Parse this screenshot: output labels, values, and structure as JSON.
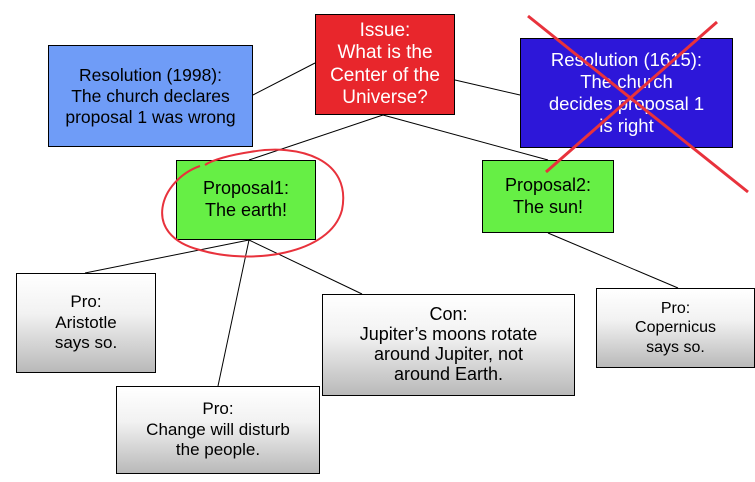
{
  "issue": {
    "lines": [
      "Issue:",
      "What is the",
      "Center of the",
      "Universe?"
    ]
  },
  "resolution_1998": {
    "lines": [
      "Resolution (1998):",
      "The church declares",
      "proposal 1 was wrong"
    ]
  },
  "resolution_1615": {
    "lines": [
      "Resolution (1615):",
      "The church",
      "decides proposal 1",
      "is right"
    ],
    "crossed_out": true
  },
  "proposal1": {
    "lines": [
      "Proposal1:",
      "The earth!"
    ],
    "circled": true
  },
  "proposal2": {
    "lines": [
      "Proposal2:",
      "The sun!"
    ]
  },
  "pro_aristotle": {
    "lines": [
      "Pro:",
      "Aristotle",
      "says so."
    ]
  },
  "pro_change": {
    "lines": [
      "Pro:",
      "Change will disturb",
      "the people."
    ]
  },
  "con_jupiter": {
    "lines": [
      "Con:",
      "Jupiter’s moons rotate",
      "around Jupiter, not",
      "around Earth."
    ]
  },
  "pro_copernicus": {
    "lines": [
      "Pro:",
      "Copernicus",
      "says so."
    ]
  },
  "colors": {
    "issue": "#e8262c",
    "resolution_1998": "#6f9cf7",
    "resolution_1615": "#2d17d9",
    "proposal": "#66ef45",
    "annotation": "#e8323c"
  }
}
